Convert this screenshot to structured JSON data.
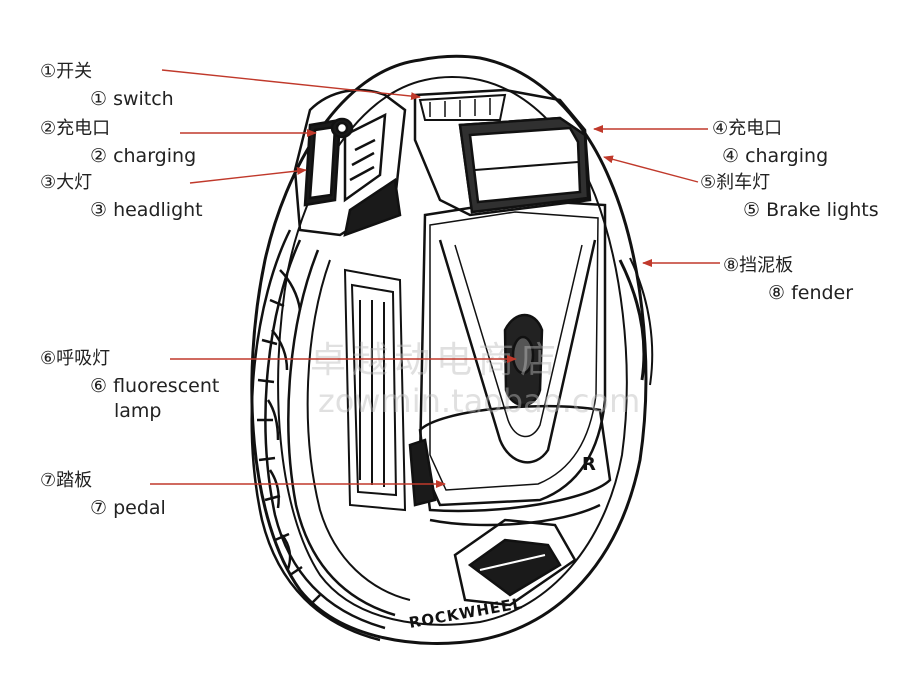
{
  "callouts": [
    {
      "zh": "①开关",
      "en": "① switch"
    },
    {
      "zh": "②充电口",
      "en": "② charging"
    },
    {
      "zh": "③大灯",
      "en": "③ headlight"
    },
    {
      "zh": "④充电口",
      "en": "④ charging"
    },
    {
      "zh": "⑤刹车灯",
      "en": "⑤ Brake lights"
    },
    {
      "zh": "⑧挡泥板",
      "en": "⑧ fender"
    },
    {
      "zh": "⑥呼吸灯",
      "en": "⑥ fluorescent",
      "en2": "lamp"
    },
    {
      "zh": "⑦踏板",
      "en": "⑦ pedal"
    }
  ],
  "brand_text": "ROCKWHEEL",
  "logo_letter": "R",
  "watermark": {
    "line1": "卓越动电商店",
    "line2": "zowmin.taobao.com"
  },
  "colors": {
    "arrow": "#c0392b",
    "outline": "#111111",
    "background": "#ffffff"
  }
}
